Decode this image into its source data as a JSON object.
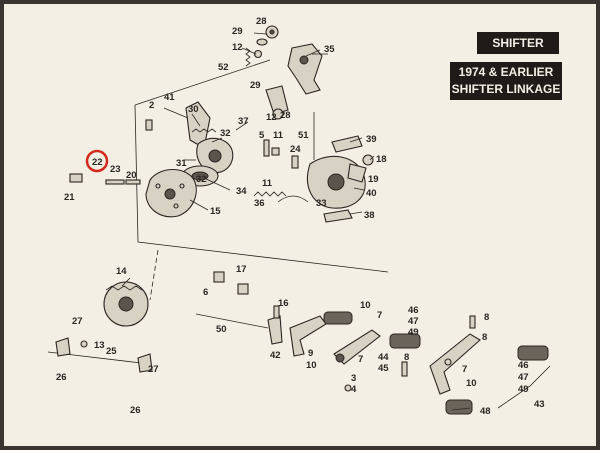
{
  "header": {
    "title": "SHIFTER",
    "subtitle_line1": "1974 & EARLIER",
    "subtitle_line2": "SHIFTER LINKAGE"
  },
  "highlight": {
    "part_number": "22",
    "color": "#d42a1e"
  },
  "callouts": {
    "c2": "2",
    "c3": "3",
    "c4": "4",
    "c5": "5",
    "c6": "6",
    "c7a": "7",
    "c7b": "7",
    "c7c": "7",
    "c8a": "8",
    "c8b": "8",
    "c8c": "8",
    "c9": "9",
    "c10a": "10",
    "c10b": "10",
    "c10c": "10",
    "c11a": "11",
    "c11b": "11",
    "c12a": "12",
    "c12b": "12",
    "c13": "13",
    "c14": "14",
    "c15": "15",
    "c16": "16",
    "c17": "17",
    "c18": "18",
    "c19": "19",
    "c20": "20",
    "c21": "21",
    "c23": "23",
    "c24": "24",
    "c25": "25",
    "c26a": "26",
    "c26b": "26",
    "c27a": "27",
    "c27b": "27",
    "c28a": "28",
    "c28b": "28",
    "c29a": "29",
    "c29b": "29",
    "c30": "30",
    "c31": "31",
    "c32a": "32",
    "c32b": "32",
    "c33": "33",
    "c34": "34",
    "c35": "35",
    "c36": "36",
    "c37": "37",
    "c38": "38",
    "c39": "39",
    "c40": "40",
    "c41": "41",
    "c42": "42",
    "c43": "43",
    "c44": "44",
    "c45": "45",
    "c46a": "46",
    "c46b": "46",
    "c47a": "47",
    "c47b": "47",
    "c48": "48",
    "c49a": "49",
    "c49b": "49",
    "c50": "50",
    "c51": "51",
    "c52": "52"
  }
}
